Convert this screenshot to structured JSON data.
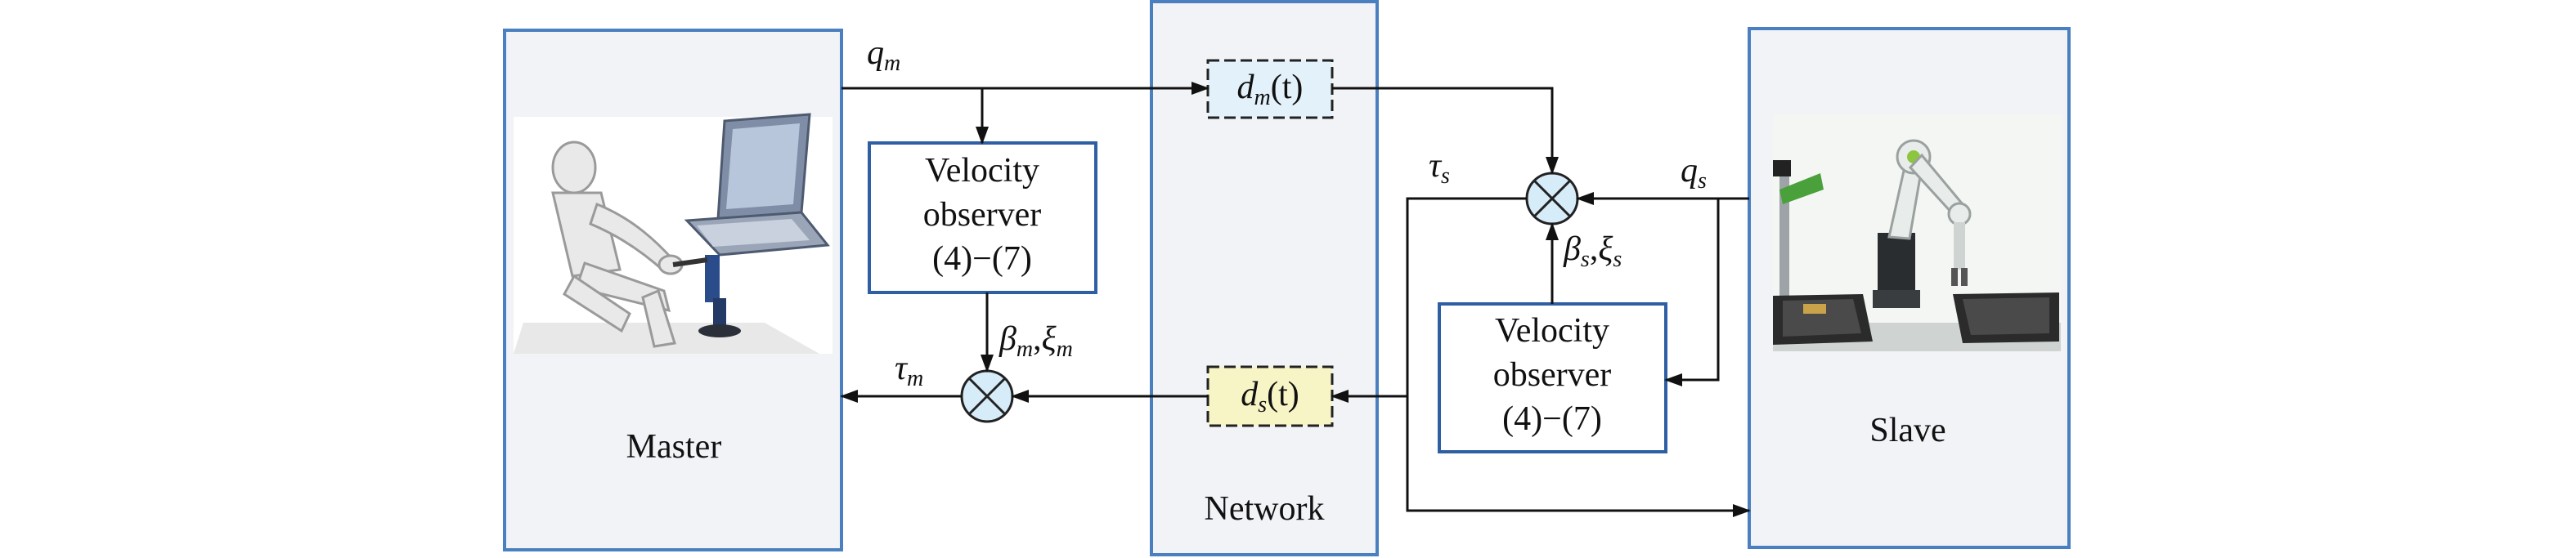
{
  "panels": {
    "master": "Master",
    "network": "Network",
    "slave": "Slave"
  },
  "observers": {
    "master": {
      "line1": "Velocity",
      "line2": "observer",
      "line3": "(4)−(7)"
    },
    "slave": {
      "line1": "Velocity",
      "line2": "observer",
      "line3": "(4)−(7)"
    }
  },
  "delays": {
    "forward": {
      "symbol": "d",
      "sub": "m",
      "arg": "(t)"
    },
    "backward": {
      "symbol": "d",
      "sub": "s",
      "arg": "(t)"
    }
  },
  "signals": {
    "qm": {
      "symbol": "q",
      "sub": "m"
    },
    "qs": {
      "symbol": "q",
      "sub": "s"
    },
    "tau_m": {
      "symbol": "τ",
      "sub": "m"
    },
    "tau_s": {
      "symbol": "τ",
      "sub": "s"
    },
    "beta_xi_m": {
      "a": "β",
      "asub": "m",
      "sep": ",",
      "b": "ξ",
      "bsub": "m"
    },
    "beta_xi_s": {
      "a": "β",
      "asub": "s",
      "sep": ",",
      "b": "ξ",
      "bsub": "s"
    }
  },
  "colors": {
    "panel_border": "#4a7fc0",
    "panel_fill": "#f2f3f7",
    "observer_border": "#2e5fa3",
    "delay_forward_fill": "#e3f1fa",
    "delay_backward_fill": "#f7f5c6",
    "summer_fill": "#d6ecf8",
    "arrow": "#111111"
  },
  "icons": {
    "summer": "circle-times-icon",
    "master_image": "operator-with-laptop-and-haptic-device",
    "slave_image": "robot-arm-on-conveyor"
  }
}
